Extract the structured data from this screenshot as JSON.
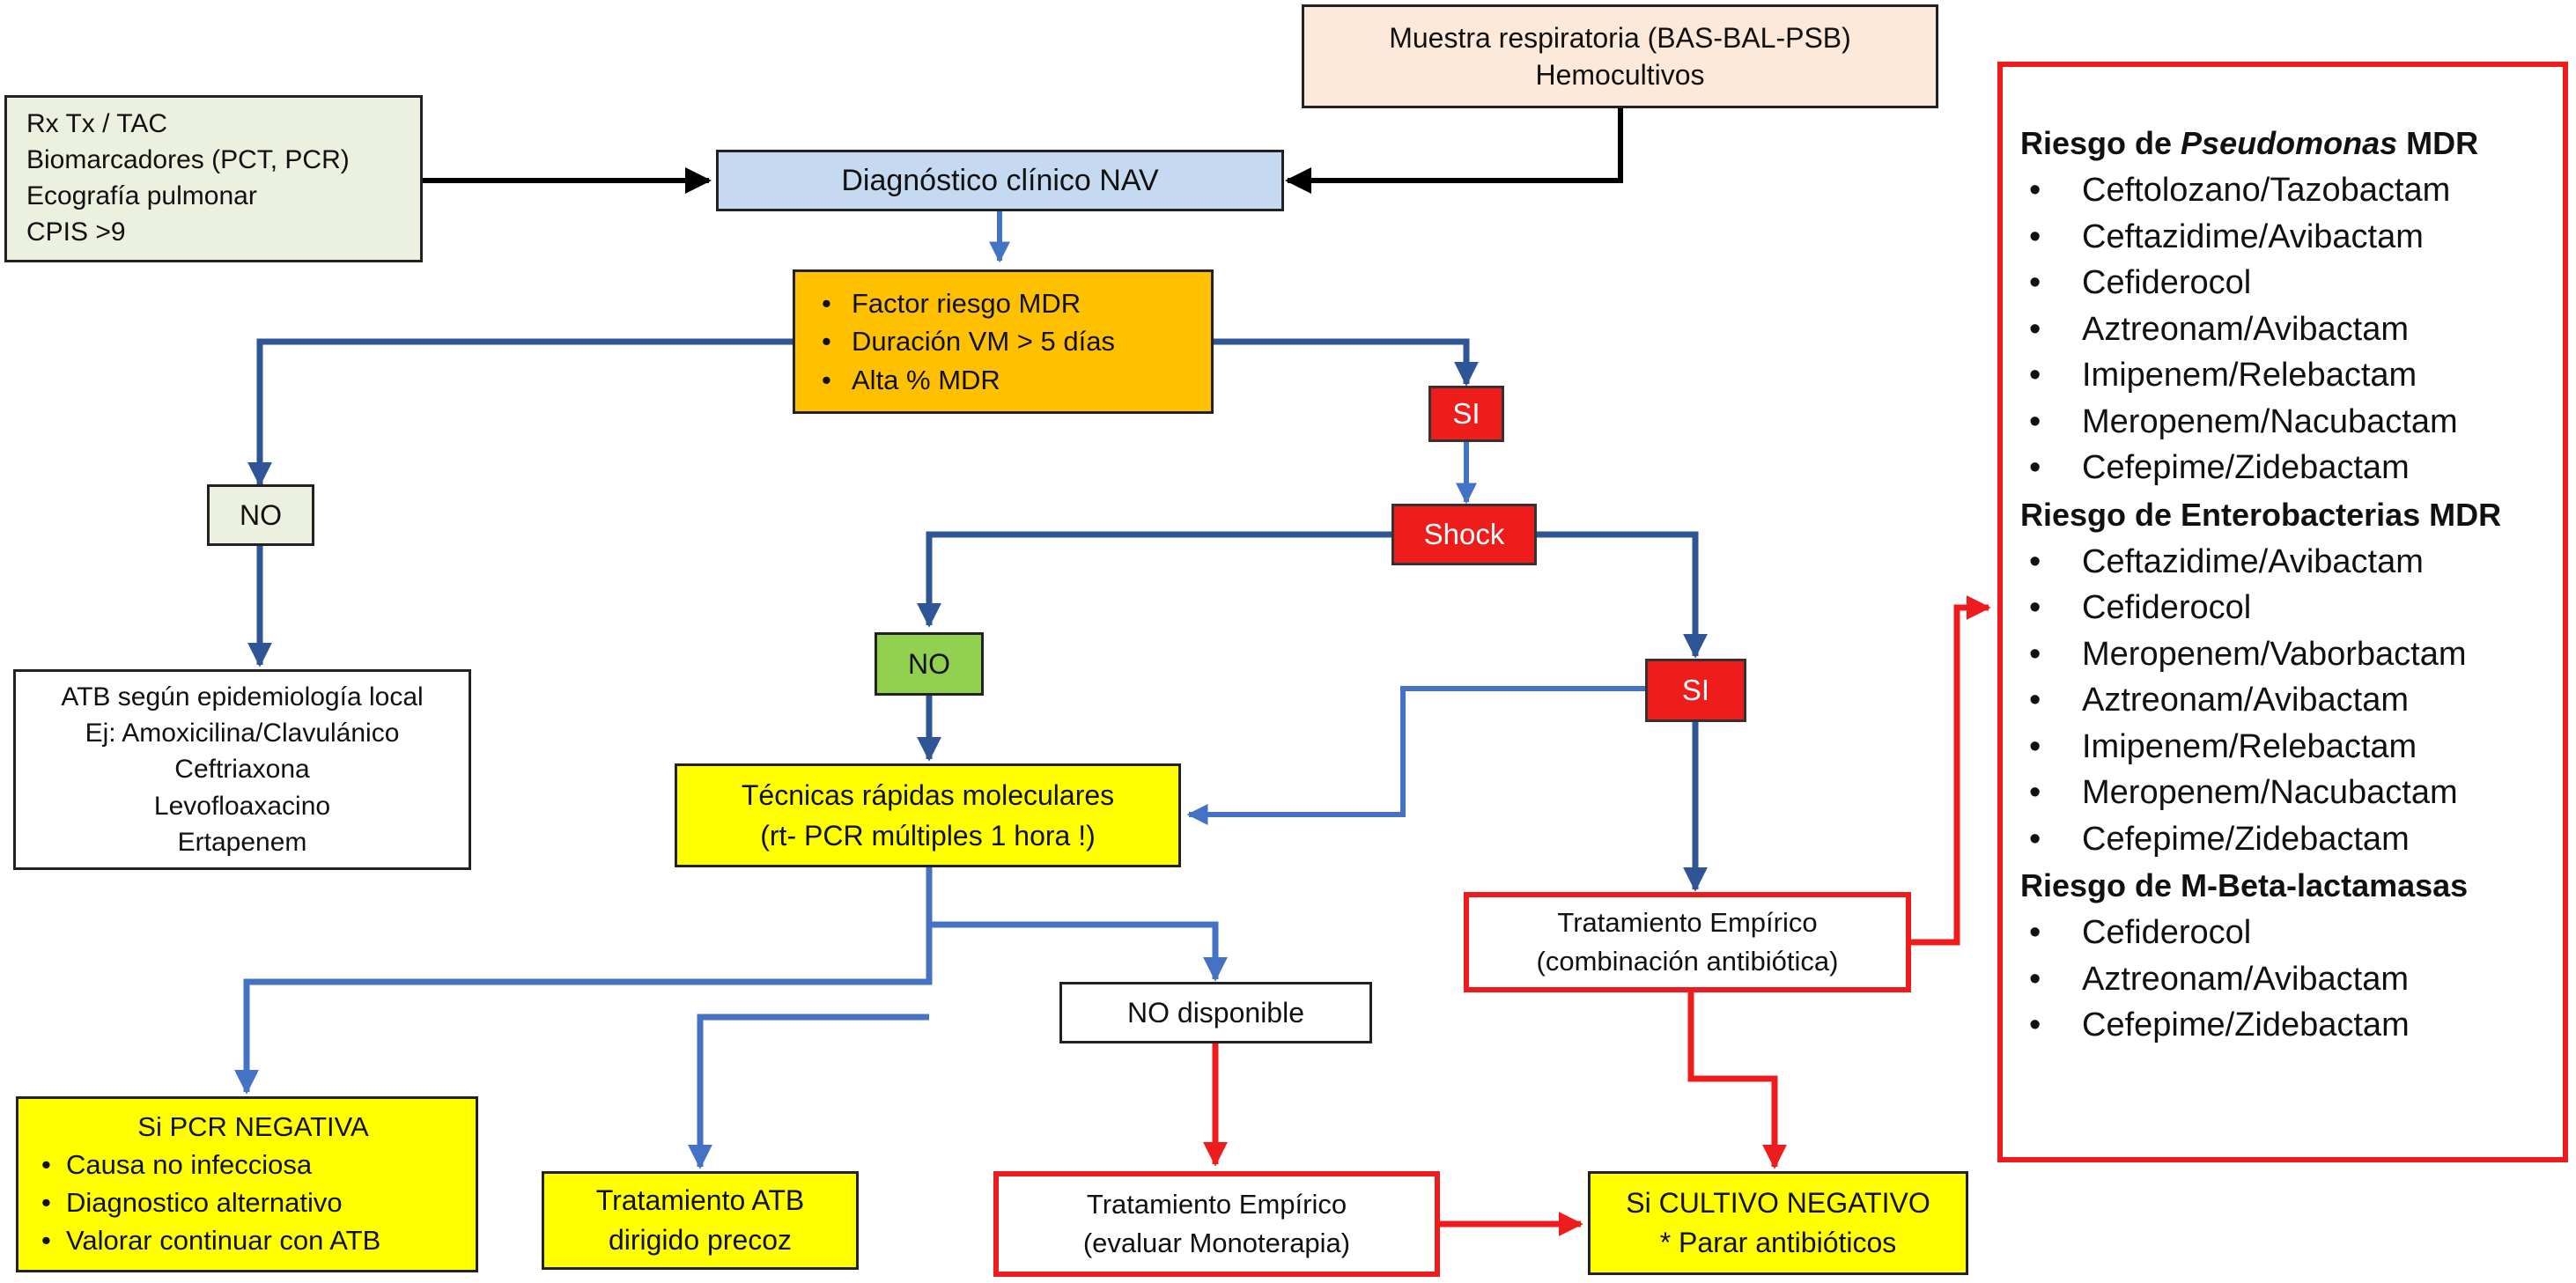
{
  "colors": {
    "blue_arrow": "#4472c4",
    "dark_blue_arrow": "#2f5597",
    "red_arrow": "#ee1c1c",
    "black_arrow": "#000000",
    "yellow": "#ffff00",
    "orange": "#ffc000",
    "light_blue": "#c5d9f1",
    "light_green": "#ebf1de",
    "green": "#92d050",
    "peach": "#fde9d9",
    "red": "#ef1c1c"
  },
  "boxes": {
    "muestra": {
      "lines": [
        "Muestra respiratoria (BAS-BAL-PSB)",
        "Hemocultivos"
      ]
    },
    "imaging": {
      "lines": [
        "Rx Tx / TAC",
        "Biomarcadores (PCT, PCR)",
        "Ecografía pulmonar",
        "CPIS >9"
      ]
    },
    "diagnostico": {
      "text": "Diagnóstico clínico NAV"
    },
    "factor": {
      "bullets": [
        "Factor riesgo MDR",
        "Duración VM > 5 días",
        "Alta % MDR"
      ]
    },
    "no_left": {
      "text": "NO"
    },
    "si_top": {
      "text": "SI"
    },
    "shock": {
      "text": "Shock"
    },
    "no_mid": {
      "text": "NO"
    },
    "si_right": {
      "text": "SI"
    },
    "atb": {
      "lines": [
        "ATB según epidemiología local",
        "Ej: Amoxicilina/Clavulánico",
        "Ceftriaxona",
        "Levofloaxacino",
        "Ertapenem"
      ]
    },
    "tecnicas": {
      "lines": [
        "Técnicas rápidas moleculares",
        "(rt- PCR múltiples 1 hora !)"
      ]
    },
    "empirico_combo": {
      "lines": [
        "Tratamiento Empírico",
        "(combinación antibiótica)"
      ]
    },
    "no_disponible": {
      "text": "NO disponible"
    },
    "pcr_negativa": {
      "title": "Si PCR NEGATIVA",
      "bullets": [
        "Causa no infecciosa",
        "Diagnostico alternativo",
        "Valorar continuar con ATB"
      ]
    },
    "atb_dirigido": {
      "lines": [
        "Tratamiento ATB",
        "dirigido precoz"
      ]
    },
    "empirico_mono": {
      "lines": [
        "Tratamiento Empírico",
        "(evaluar Monoterapia)"
      ]
    },
    "cultivo_negativo": {
      "lines": [
        "Si CULTIVO NEGATIVO",
        "* Parar antibióticos"
      ]
    }
  },
  "risk_panel": [
    {
      "prefix": "Riesgo de ",
      "italic": "Pseudomonas",
      "suffix": " MDR",
      "items": [
        "Ceftolozano/Tazobactam",
        "Ceftazidime/Avibactam",
        "Cefiderocol",
        "Aztreonam/Avibactam",
        "Imipenem/Relebactam",
        "Meropenem/Nacubactam",
        "Cefepime/Zidebactam"
      ]
    },
    {
      "prefix": "Riesgo de Enterobacterias MDR",
      "italic": "",
      "suffix": "",
      "items": [
        "Ceftazidime/Avibactam",
        "Cefiderocol",
        "Meropenem/Vaborbactam",
        "Aztreonam/Avibactam",
        "Imipenem/Relebactam",
        "Meropenem/Nacubactam",
        "Cefepime/Zidebactam"
      ]
    },
    {
      "prefix": "Riesgo de M-Beta-lactamasas",
      "italic": "",
      "suffix": "",
      "items": [
        "Cefiderocol",
        "Aztreonam/Avibactam",
        "Cefepime/Zidebactam"
      ]
    }
  ]
}
